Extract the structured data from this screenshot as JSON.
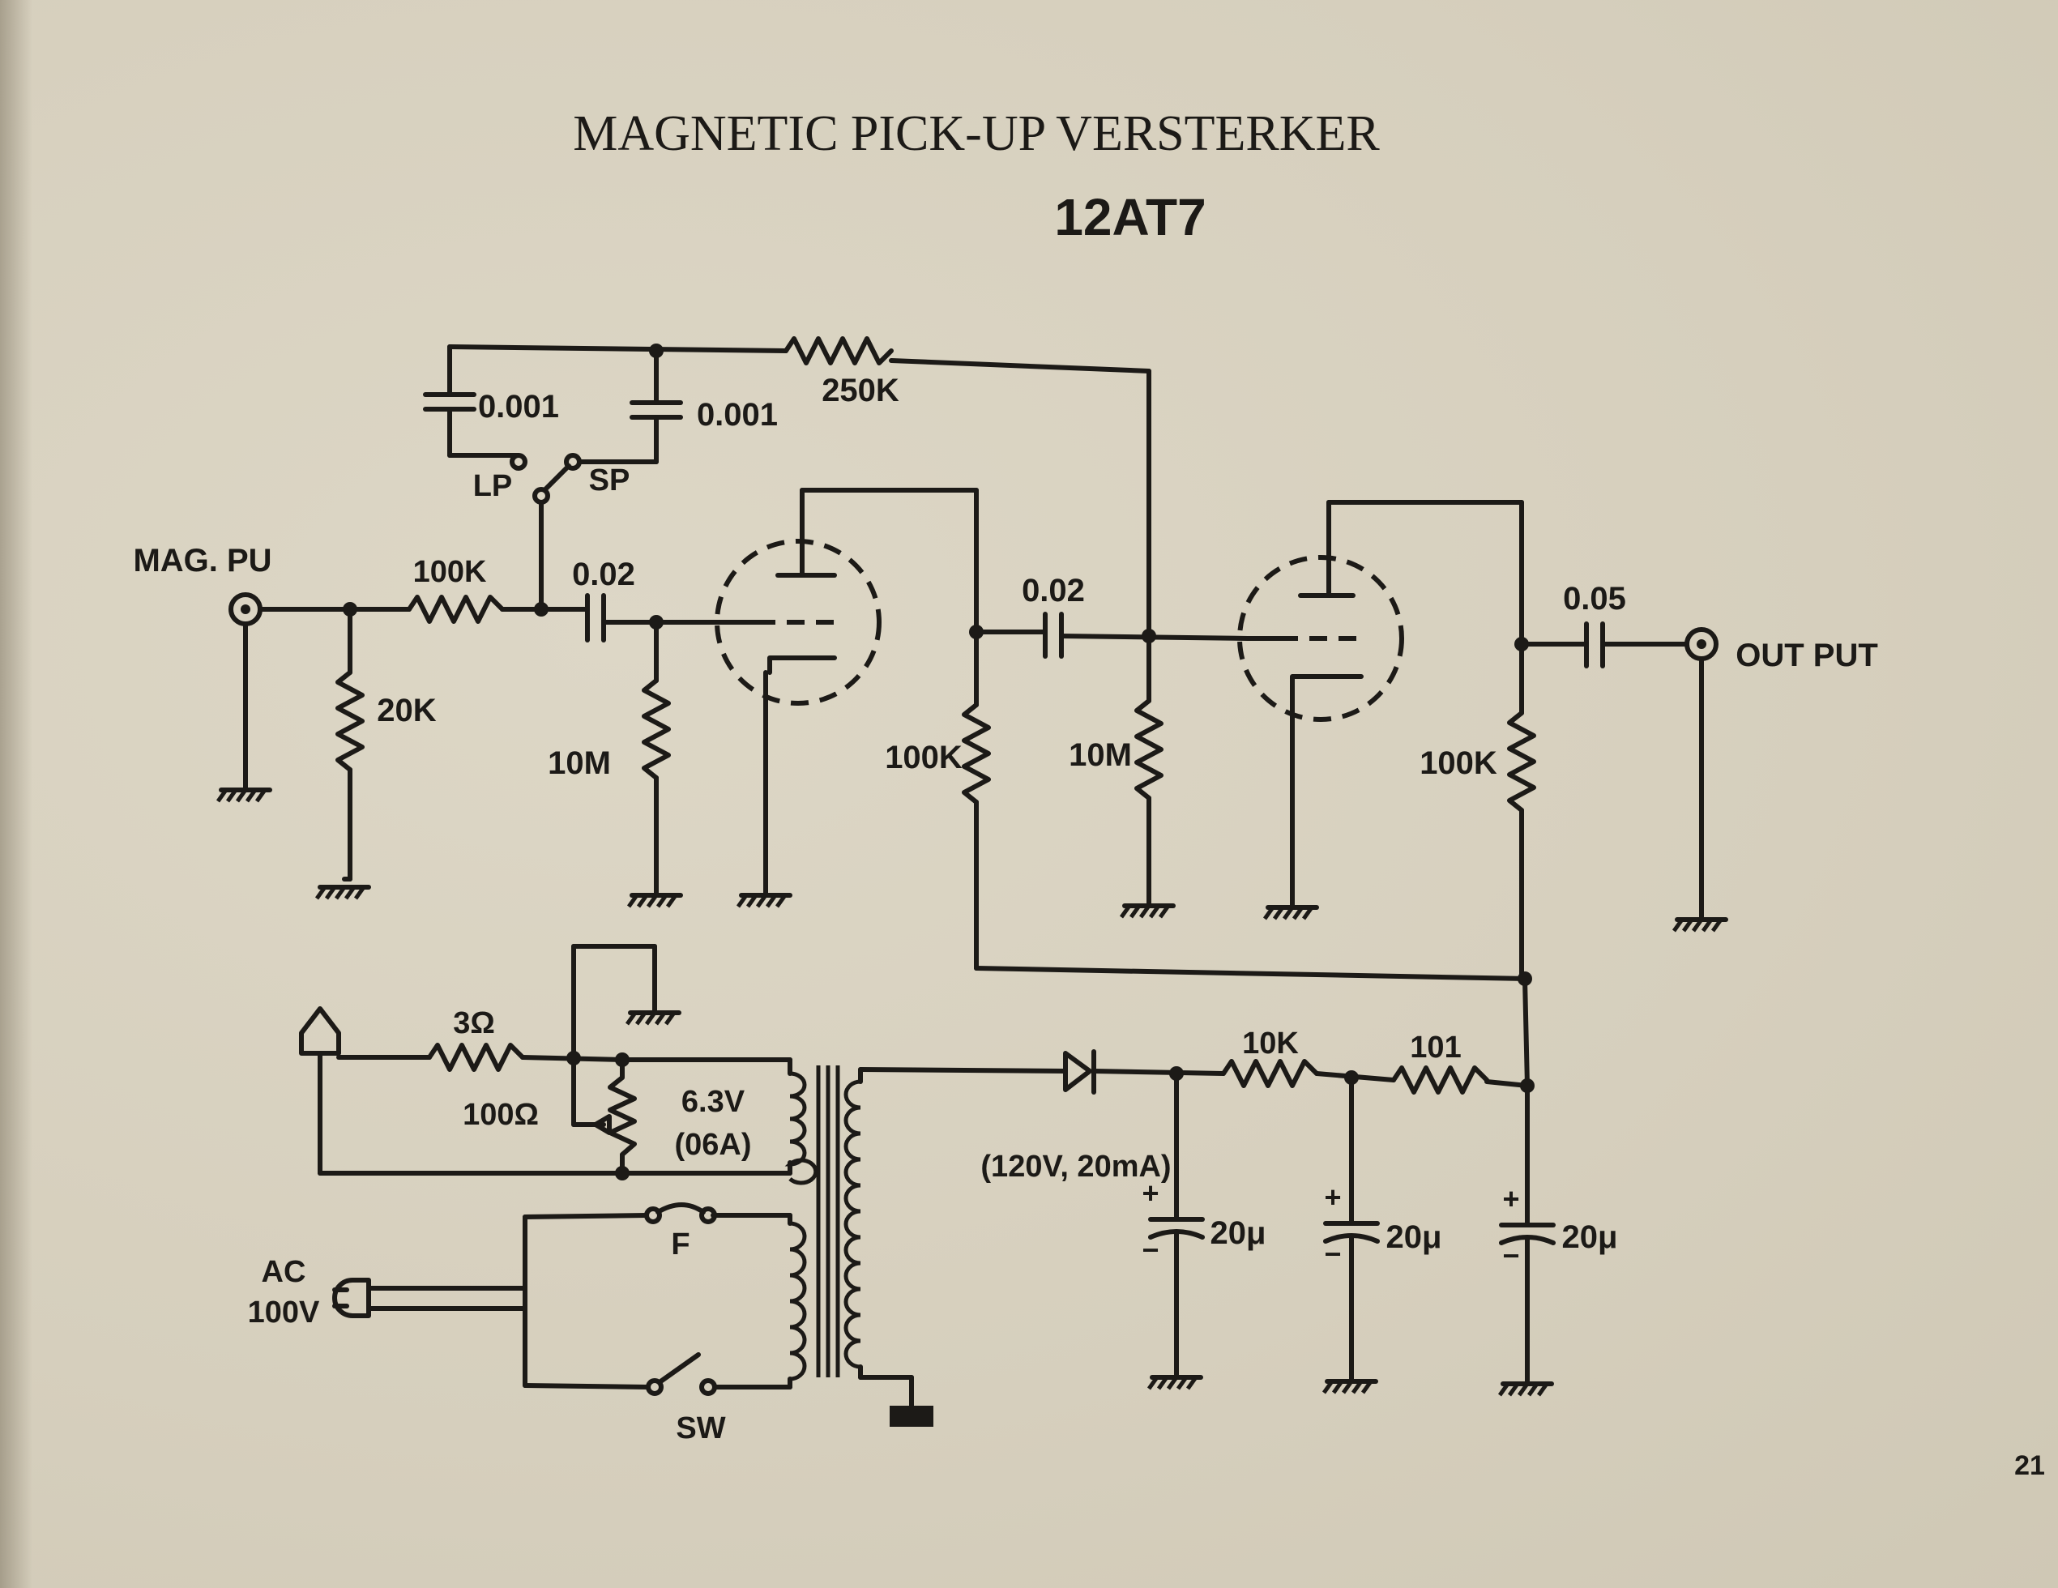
{
  "title": "MAGNETIC  PICK-UP  VERSTERKER",
  "tube": "12AT7",
  "page_number": "21",
  "labels": {
    "input": "MAG. PU",
    "output": "OUT PUT",
    "r_in_series": "100K",
    "r_in_shunt": "20K",
    "c_coupling1": "0.02",
    "r_grid1": "10M",
    "c_fb1": "0.001",
    "c_fb2": "0.001",
    "r_fb": "250K",
    "sw_lp": "LP",
    "sw_sp": "SP",
    "r_plate1": "100K",
    "c_coupling2": "0.02",
    "r_grid2": "10M",
    "r_plate2": "100K",
    "c_out": "0.05",
    "r_3ohm": "3Ω",
    "r_100ohm": "100Ω",
    "heater_v": "6.3V",
    "heater_a": "(06A)",
    "rect_rating": "(120V, 20mA)",
    "r_filter1": "10K",
    "r_filter2": "101",
    "cap1": "20μ",
    "cap2": "20μ",
    "cap3": "20μ",
    "fuse": "F",
    "switch": "SW",
    "ac_line1": "AC",
    "ac_line2": "100V",
    "plus": "+",
    "minus": "−"
  }
}
